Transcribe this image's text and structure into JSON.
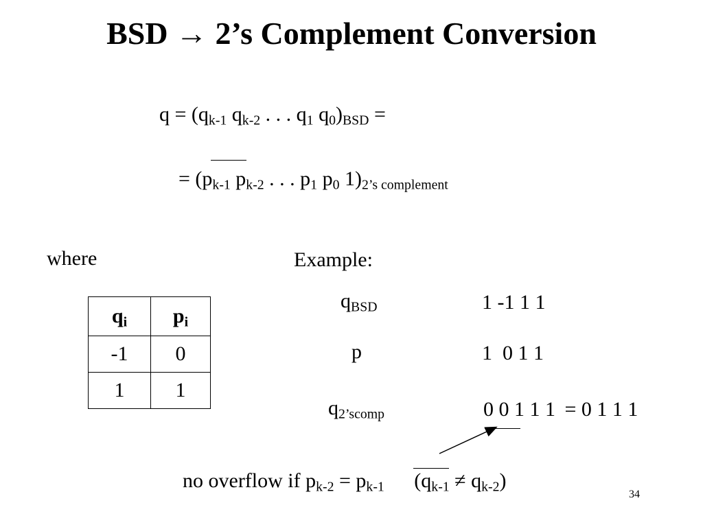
{
  "title": {
    "left": "BSD",
    "arrow": "→",
    "right": "2’s Complement Conversion"
  },
  "eq1": {
    "q": "q",
    "eq": "=",
    "open": "(q",
    "s1": "k-1",
    "q2": "q",
    "s2": "k-2",
    "dots": ". . .",
    "q3": "q",
    "s3": "1",
    "q4": "q",
    "s4": "0",
    "close": ")",
    "sub": "BSD",
    "tail": "="
  },
  "eq2": {
    "eq": "=",
    "open": "(p",
    "s1": "k-1",
    "p2": "p",
    "s2": "k-2",
    "dots": ". . .",
    "p3": "p",
    "s3": "1",
    "p4": "p",
    "s4": "0",
    "one": "1)",
    "sub": "2’s complement"
  },
  "where": "where",
  "table": {
    "h1": "q",
    "h1sub": "i",
    "h2": "p",
    "h2sub": "i",
    "rows": [
      [
        "-1",
        "0"
      ],
      [
        "1",
        "1"
      ]
    ]
  },
  "example": {
    "label": "Example:",
    "qbsd_label": "q",
    "qbsd_sub": "BSD",
    "qbsd_value": "1 -1 1 1",
    "p_label": "p",
    "p_value": "1  0 1 1",
    "q2_label": "q",
    "q2_sub": "2’scomp",
    "q2_value": "0 0 1 1 1",
    "q2_eq": "=",
    "q2_result": "0 1 1 1"
  },
  "overflow": {
    "text": "no overflow if p",
    "s1": "k-2",
    "eq": "=",
    "p": "p",
    "s2": "k-1",
    "cond_open": "(q",
    "cs1": "k-1",
    "neq": "≠",
    "cq": "q",
    "cs2": "k-2",
    "cond_close": ")"
  },
  "page_number": "34"
}
